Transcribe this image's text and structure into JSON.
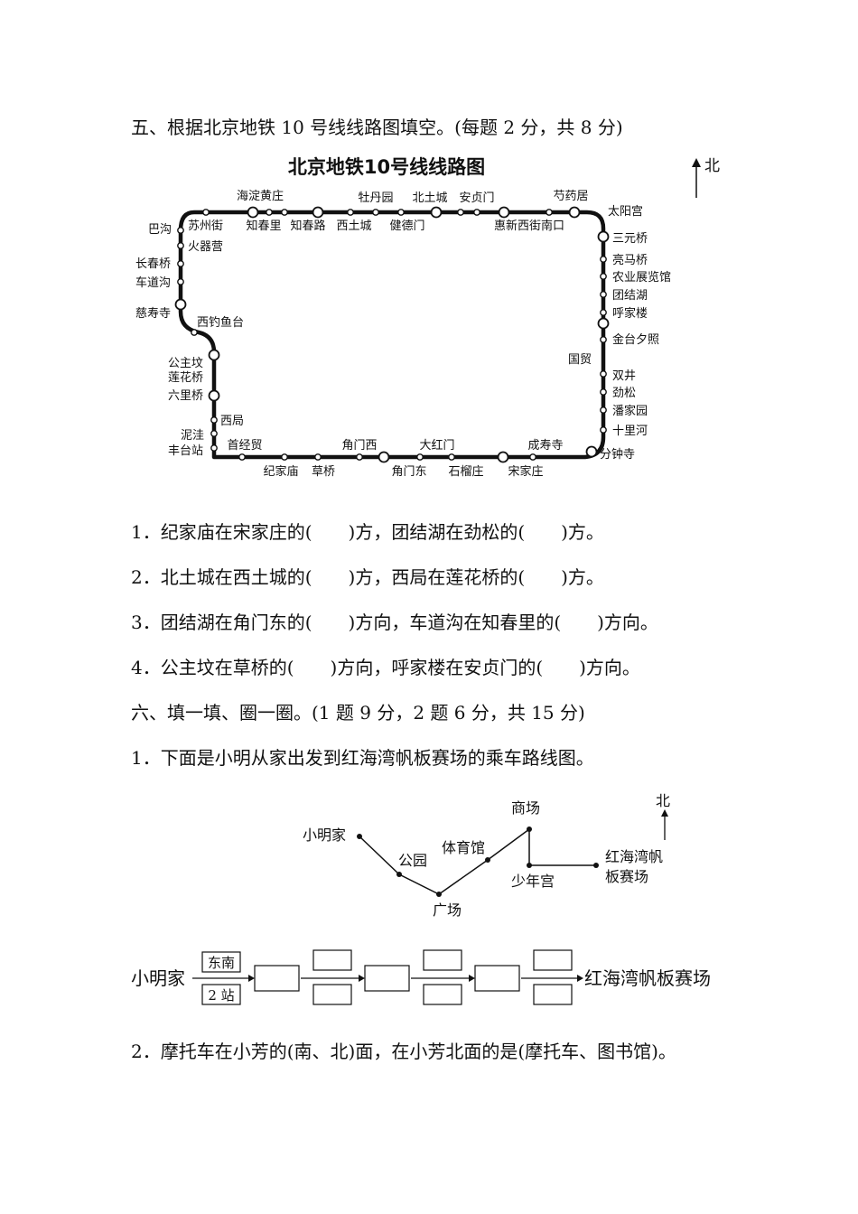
{
  "section5": {
    "title": "五、根据北京地铁 10 号线线路图填空。(每题 2 分，共 8 分)",
    "map": {
      "title": "北京地铁10号线线路图",
      "north": "北",
      "stations": {
        "haidianhuangzhuang": "海淀黄庄",
        "mudanyuan": "牡丹园",
        "beitucheng": "北土城",
        "anzhenmen": "安贞门",
        "shaoyaoju": "芍药居",
        "taiyanggong": "太阳宫",
        "bagou": "巴沟",
        "suzhoujie": "苏州街",
        "zhichunli": "知春里",
        "zhichunlu": "知春路",
        "xitucheng": "西土城",
        "jiandemen": "健德门",
        "huixinxijienankou": "惠新西街南口",
        "sanyuanqiao": "三元桥",
        "huoqiying": "火器营",
        "changchunqiao": "长春桥",
        "chedaogou": "车道沟",
        "cishousi": "慈寿寺",
        "liangmaqiao": "亮马桥",
        "nongyezhanlanguan": "农业展览馆",
        "tuanjiehu": "团结湖",
        "hujialou": "呼家楼",
        "xidiaoyutai": "西钓鱼台",
        "jintaixizhao": "金台夕照",
        "guomao": "国贸",
        "gongzhufen": "公主坟",
        "lianhuaqiao": "莲花桥",
        "liuliqiao": "六里桥",
        "shuangjing": "双井",
        "jinsong": "劲松",
        "panjiayuan": "潘家园",
        "xiju": "西局",
        "shilihe": "十里河",
        "niwa": "泥洼",
        "fengtaizhan": "丰台站",
        "shoujingmao": "首经贸",
        "jiaomenxi": "角门西",
        "dahongmen": "大红门",
        "chengshousi": "成寿寺",
        "fenzhongsi": "分钟寺",
        "jijiamiao": "纪家庙",
        "caoqiao": "草桥",
        "jiaomendong": "角门东",
        "shiliuzhuang": "石榴庄",
        "songjiazhuang": "宋家庄"
      }
    },
    "questions": [
      "1．纪家庙在宋家庄的(　　)方，团结湖在劲松的(　　)方。",
      "2．北土城在西土城的(　　)方，西局在莲花桥的(　　)方。",
      "3．团结湖在角门东的(　　)方向，车道沟在知春里的(　　)方向。",
      "4．公主坟在草桥的(　　)方向，呼家楼在安贞门的(　　)方向。"
    ]
  },
  "section6": {
    "title": "六、填一填、圈一圈。(1 题 9 分，2 题 6 分，共 15 分)",
    "q1": "1．下面是小明从家出发到红海湾帆板赛场的乘车路线图。",
    "route": {
      "north": "北",
      "home": "小明家",
      "park": "公园",
      "square": "广场",
      "gym": "体育馆",
      "mall": "商场",
      "youth_palace": "少年宫",
      "venue_line1": "红海湾帆",
      "venue_line2": "板赛场"
    },
    "flow": {
      "start": "小明家",
      "first_direction": "东南",
      "first_stops": "2 站",
      "end": "红海湾帆板赛场"
    },
    "q2": "2．摩托车在小芳的(南、北)面，在小芳北面的是(摩托车、图书馆)。"
  }
}
